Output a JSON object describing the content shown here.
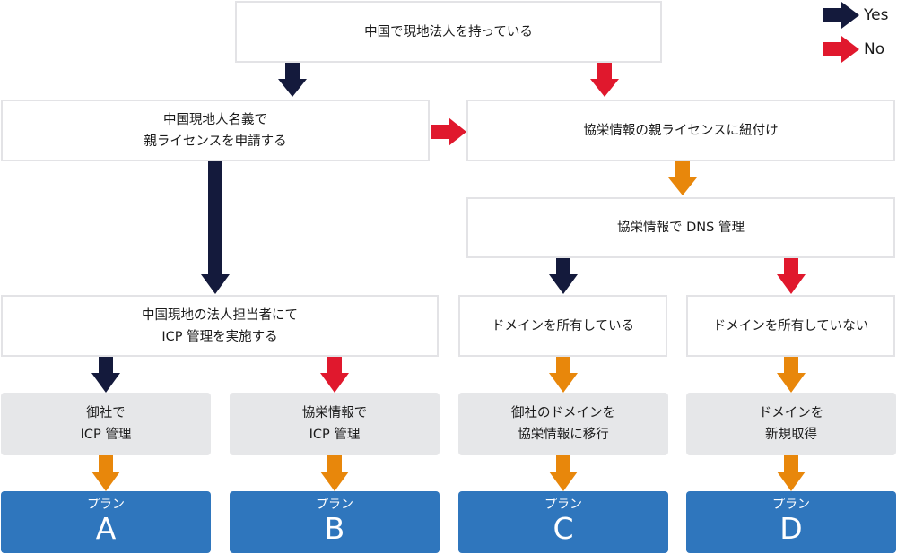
{
  "colors": {
    "yes": "#141a3c",
    "no": "#e0182d",
    "flow": "#e8870b",
    "plan": "#2f76bd",
    "grey": "#e6e7e9",
    "border": "#e3e3e6"
  },
  "legend": {
    "yes_label": "Yes",
    "no_label": "No"
  },
  "nodes": {
    "start": "中国で現地法人を持っている",
    "apply_line1": "中国現地人名義で",
    "apply_line2": "親ライセンスを申請する",
    "link_parent": "協栄情報の親ライセンスに紐付け",
    "dns": "協栄情報で DNS 管理",
    "local_icp_line1": "中国現地の法人担当者にて",
    "local_icp_line2": "ICP 管理を実施する",
    "own_domain": "ドメインを所有している",
    "no_domain": "ドメインを所有していない",
    "a_action_line1": "御社で",
    "a_action_line2": "ICP 管理",
    "b_action_line1": "協栄情報で",
    "b_action_line2": "ICP 管理",
    "c_action_line1": "御社のドメインを",
    "c_action_line2": "協栄情報に移行",
    "d_action_line1": "ドメインを",
    "d_action_line2": "新規取得"
  },
  "plans": [
    {
      "label": "プラン",
      "letter": "A"
    },
    {
      "label": "プラン",
      "letter": "B"
    },
    {
      "label": "プラン",
      "letter": "C"
    },
    {
      "label": "プラン",
      "letter": "D"
    }
  ]
}
